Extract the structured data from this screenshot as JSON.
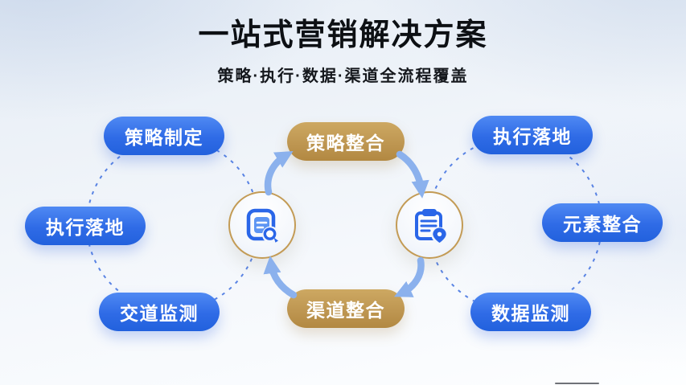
{
  "page": {
    "title": "一站式营销解决方案",
    "subtitle": "策略·执行·数据·渠道全流程覆盖"
  },
  "left_group": {
    "pills": [
      {
        "label": "策略制定"
      },
      {
        "label": "执行落地"
      },
      {
        "label": "交道监测"
      }
    ]
  },
  "right_group": {
    "pills": [
      {
        "label": "执行落地"
      },
      {
        "label": "元素整合"
      },
      {
        "label": "数据监测"
      }
    ]
  },
  "cycle": {
    "top_pill": {
      "label": "策略整合"
    },
    "bottom_pill": {
      "label": "渠道整合"
    },
    "left_node_icon": "document-search-icon",
    "right_node_icon": "clipboard-location-icon"
  },
  "colors": {
    "pill_blue_top": "#4f89f3",
    "pill_blue_bottom": "#2261dd",
    "pill_gold_top": "#cda862",
    "pill_gold_bottom": "#b28841",
    "arrow_blue": "#8bb1ed",
    "dashed_ring_blue": "#3d6fdf",
    "node_ring_gold": "#c39b55",
    "icon_blue": "#2a66e8",
    "title_color": "#0d1014"
  }
}
